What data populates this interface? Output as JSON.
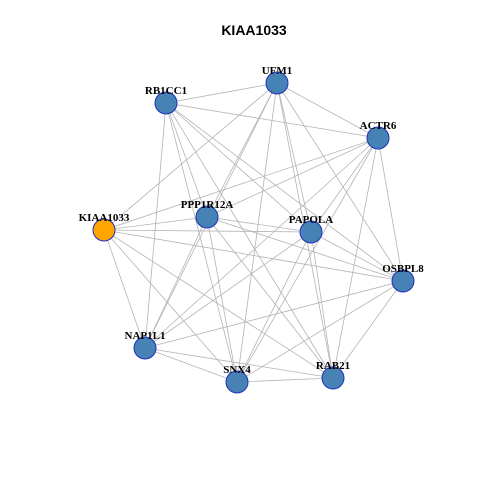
{
  "title": "KIAA1033",
  "colors": {
    "node_default": "#4682b4",
    "node_highlight": "#ffa500",
    "node_border": "#1f2fbf",
    "edge": "#b4b4b4"
  },
  "nodes": [
    {
      "id": "UFM1",
      "label": "UFM1",
      "highlight": false
    },
    {
      "id": "RB1CC1",
      "label": "RB1CC1",
      "highlight": false
    },
    {
      "id": "ACTR6",
      "label": "ACTR6",
      "highlight": false
    },
    {
      "id": "KIAA1033",
      "label": "KIAA1033",
      "highlight": true
    },
    {
      "id": "PPP1R12A",
      "label": "PPP1R12A",
      "highlight": false
    },
    {
      "id": "PAPOLA",
      "label": "PAPOLA",
      "highlight": false
    },
    {
      "id": "OSBPL8",
      "label": "OSBPL8",
      "highlight": false
    },
    {
      "id": "NAP1L1",
      "label": "NAP1L1",
      "highlight": false
    },
    {
      "id": "SNX4",
      "label": "SNX4",
      "highlight": false
    },
    {
      "id": "RAB21",
      "label": "RAB21",
      "highlight": false
    }
  ],
  "edges": [
    [
      "UFM1",
      "RB1CC1"
    ],
    [
      "UFM1",
      "ACTR6"
    ],
    [
      "UFM1",
      "PPP1R12A"
    ],
    [
      "UFM1",
      "PAPOLA"
    ],
    [
      "UFM1",
      "OSBPL8"
    ],
    [
      "UFM1",
      "NAP1L1"
    ],
    [
      "UFM1",
      "SNX4"
    ],
    [
      "UFM1",
      "RAB21"
    ],
    [
      "UFM1",
      "KIAA1033"
    ],
    [
      "RB1CC1",
      "ACTR6"
    ],
    [
      "RB1CC1",
      "PPP1R12A"
    ],
    [
      "RB1CC1",
      "PAPOLA"
    ],
    [
      "RB1CC1",
      "OSBPL8"
    ],
    [
      "RB1CC1",
      "NAP1L1"
    ],
    [
      "RB1CC1",
      "SNX4"
    ],
    [
      "RB1CC1",
      "RAB21"
    ],
    [
      "ACTR6",
      "KIAA1033"
    ],
    [
      "ACTR6",
      "PPP1R12A"
    ],
    [
      "ACTR6",
      "PAPOLA"
    ],
    [
      "ACTR6",
      "OSBPL8"
    ],
    [
      "ACTR6",
      "NAP1L1"
    ],
    [
      "ACTR6",
      "SNX4"
    ],
    [
      "ACTR6",
      "RAB21"
    ],
    [
      "KIAA1033",
      "PPP1R12A"
    ],
    [
      "KIAA1033",
      "PAPOLA"
    ],
    [
      "KIAA1033",
      "OSBPL8"
    ],
    [
      "KIAA1033",
      "NAP1L1"
    ],
    [
      "KIAA1033",
      "SNX4"
    ],
    [
      "KIAA1033",
      "RAB21"
    ],
    [
      "PPP1R12A",
      "PAPOLA"
    ],
    [
      "PPP1R12A",
      "OSBPL8"
    ],
    [
      "PPP1R12A",
      "NAP1L1"
    ],
    [
      "PPP1R12A",
      "SNX4"
    ],
    [
      "PPP1R12A",
      "RAB21"
    ],
    [
      "PAPOLA",
      "OSBPL8"
    ],
    [
      "PAPOLA",
      "NAP1L1"
    ],
    [
      "PAPOLA",
      "SNX4"
    ],
    [
      "PAPOLA",
      "RAB21"
    ],
    [
      "OSBPL8",
      "NAP1L1"
    ],
    [
      "OSBPL8",
      "SNX4"
    ],
    [
      "OSBPL8",
      "RAB21"
    ],
    [
      "NAP1L1",
      "SNX4"
    ],
    [
      "NAP1L1",
      "RAB21"
    ],
    [
      "SNX4",
      "RAB21"
    ]
  ]
}
